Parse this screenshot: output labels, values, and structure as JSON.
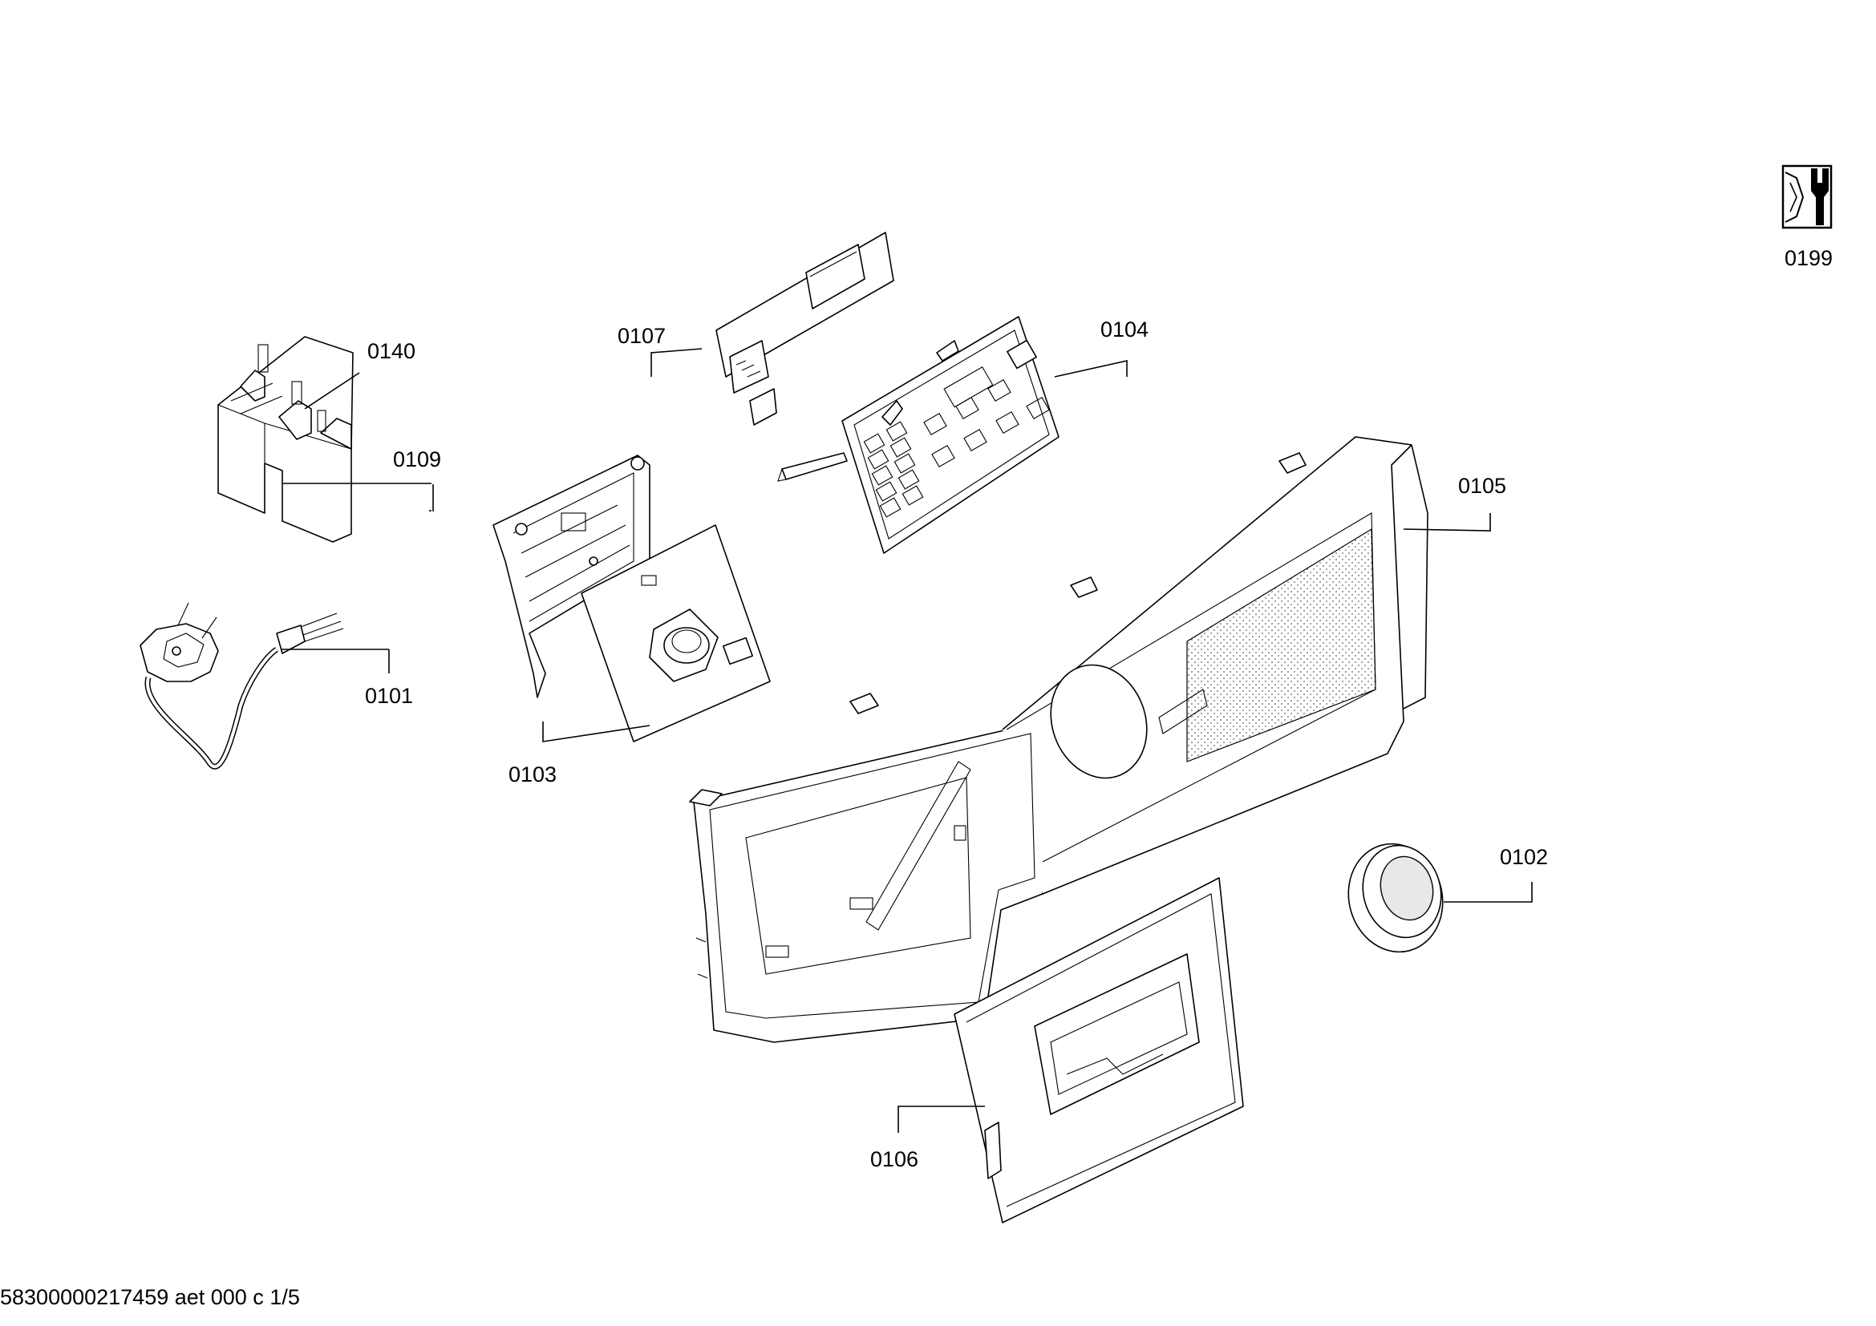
{
  "diagram": {
    "callouts": {
      "p0101": "0101",
      "p0102": "0102",
      "p0103": "0103",
      "p0104": "0104",
      "p0105": "0105",
      "p0106": "0106",
      "p0107": "0107",
      "p0109": "0109",
      "p0140": "0140",
      "p0199": "0199"
    },
    "footer": "58300000217459 aet 000 c 1/5",
    "icons": {
      "service": "wrench-nut-icon"
    }
  }
}
